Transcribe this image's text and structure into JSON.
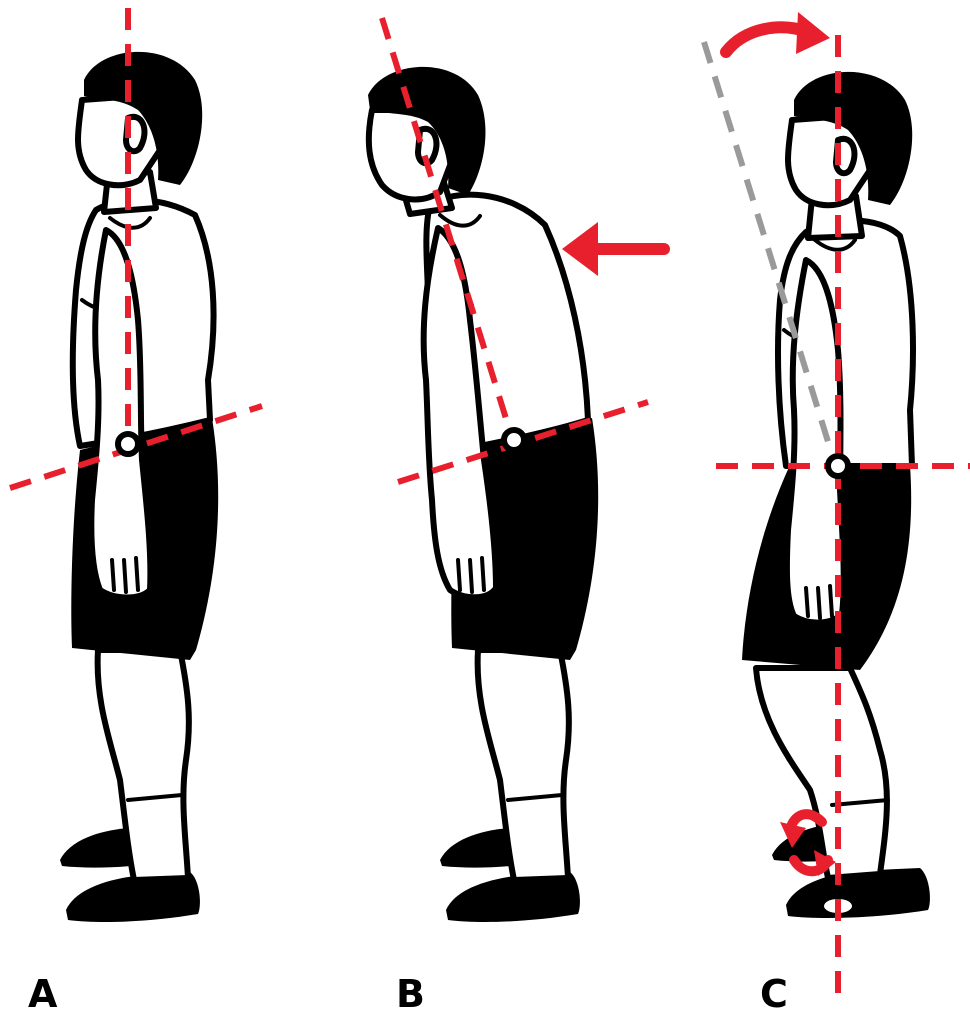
{
  "panels": [
    {
      "id": "A",
      "label": "A"
    },
    {
      "id": "B",
      "label": "B"
    },
    {
      "id": "C",
      "label": "C"
    }
  ],
  "colors": {
    "red": "#e8202e",
    "grey": "#9a9a9a",
    "black": "#000000",
    "background": "#ffffff"
  },
  "icons": {
    "arrow_b": "arrow-left-icon",
    "arrow_c_top": "curved-arrow-right-icon",
    "arrow_c_foot": "curved-arrows-rotate-icon"
  }
}
